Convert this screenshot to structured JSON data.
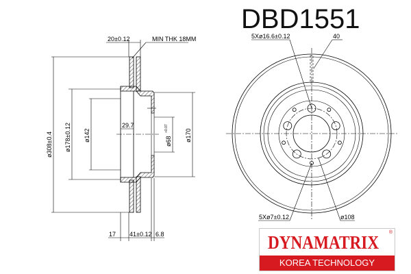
{
  "title": "DBD1551",
  "side_view": {
    "thickness": "20±0.12",
    "min_thickness": "MIN THK 18MM",
    "outer_diameter": "ø308±0.4",
    "hat_diameter": "ø178±0.12",
    "inner_diameter": "ø142",
    "hat_depth": "29.7",
    "center_bore": "ø68",
    "center_bore_tol": "+0.07",
    "flange_diameter": "ø170",
    "dim_17": "17",
    "height": "41±0.12",
    "flange_thickness": "6.8"
  },
  "front_view": {
    "bolt_holes": "5Xø16.6±0.12",
    "vent_label": "40",
    "small_holes": "5Xø7±0.12",
    "pcd": "ø108"
  },
  "logo": {
    "brand": "DYNAMATRIX",
    "registered": "®",
    "tagline": "KOREA TECHNOLOGY",
    "color": "#d71920"
  }
}
